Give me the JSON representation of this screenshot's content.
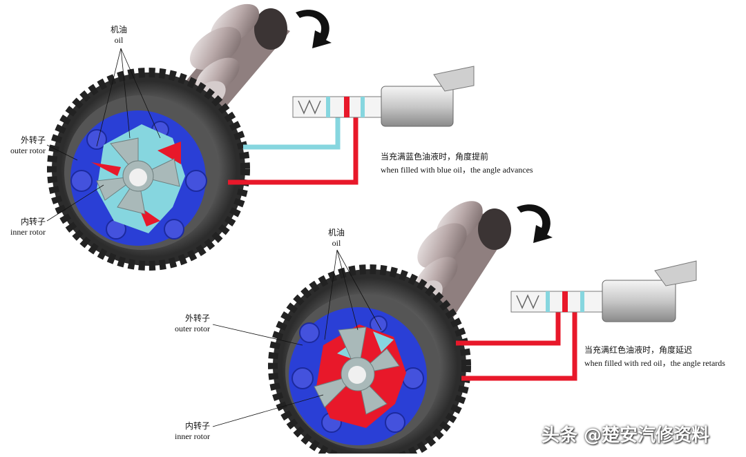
{
  "figures": [
    {
      "oil_label_zh": "机油",
      "oil_label_en": "oil",
      "outer_rotor_zh": "外转子",
      "outer_rotor_en": "outer rotor",
      "inner_rotor_zh": "内转子",
      "inner_rotor_en": "inner rotor",
      "caption_zh": "当充满蓝色油液时，角度提前",
      "caption_en": "when filled with blue oil，the angle advances"
    },
    {
      "oil_label_zh": "机油",
      "oil_label_en": "oil",
      "outer_rotor_zh": "外转子",
      "outer_rotor_en": "outer rotor",
      "inner_rotor_zh": "内转子",
      "inner_rotor_en": "inner rotor",
      "caption_zh": "当充满红色油液时，角度延迟",
      "caption_en": "when filled with red oil，the angle retards"
    }
  ],
  "watermark": "头条 @楚安汽修资料",
  "colors": {
    "blue_oil": "#86d6df",
    "red_oil": "#e8182a",
    "housing_blue": "#2a3fd6",
    "gear_dark": "#3a3a3a",
    "rotor_grey": "#a9b9b9"
  },
  "icons": [
    "rotation-arrow-icon",
    "rotation-arrow-icon"
  ]
}
